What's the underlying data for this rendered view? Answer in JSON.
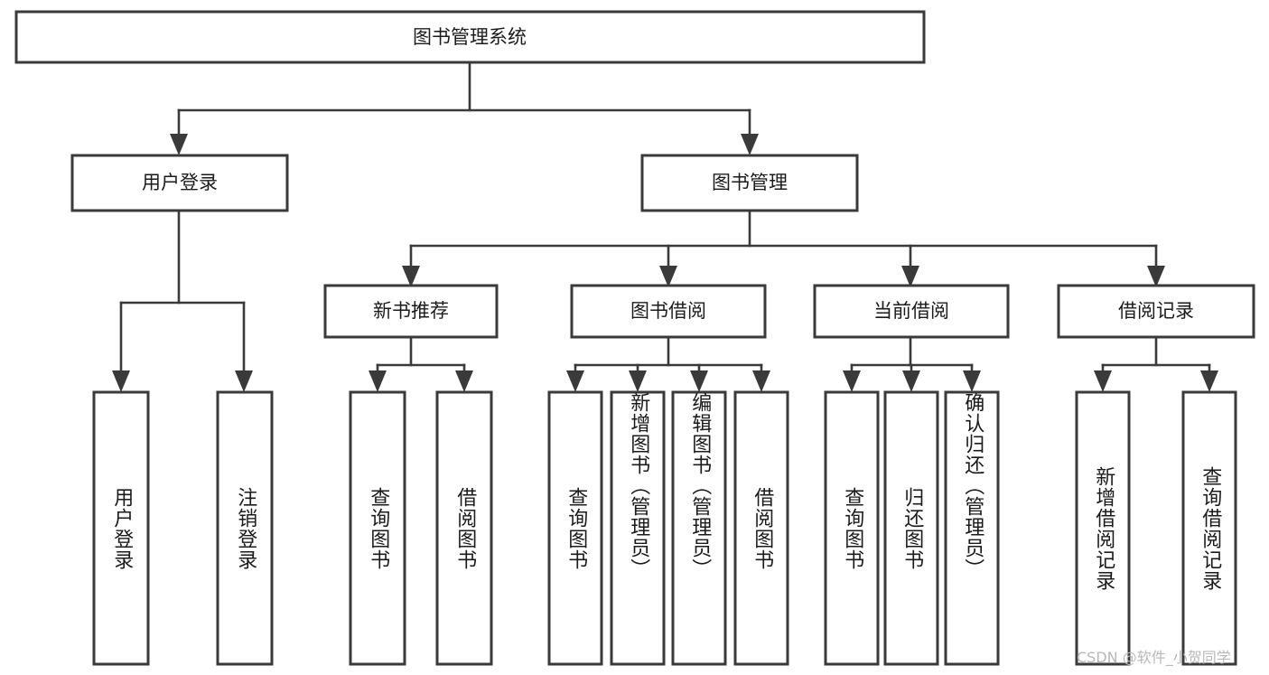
{
  "diagram": {
    "type": "tree-hierarchy",
    "title": "图书管理系统",
    "watermark": "CSDN @软件_小贺同学",
    "colors": {
      "stroke": "#3a3a3a",
      "fill": "#ffffff",
      "text": "#1b1b1b",
      "watermark": "#b8b8b8",
      "background": "#ffffff"
    },
    "root": {
      "label": "图书管理系统"
    },
    "level2": [
      {
        "id": "user-login",
        "label": "用户登录"
      },
      {
        "id": "book-management",
        "label": "图书管理"
      }
    ],
    "level3": [
      {
        "id": "new-book-recommend",
        "label": "新书推荐",
        "parent": "book-management"
      },
      {
        "id": "book-borrow",
        "label": "图书借阅",
        "parent": "book-management"
      },
      {
        "id": "current-borrow",
        "label": "当前借阅",
        "parent": "book-management"
      },
      {
        "id": "borrow-record",
        "label": "借阅记录",
        "parent": "book-management"
      }
    ],
    "leaves": {
      "user-login": [
        {
          "id": "leaf-user-login",
          "label": "用户登录"
        },
        {
          "id": "leaf-logout-login",
          "label": "注销登录"
        }
      ],
      "new-book-recommend": [
        {
          "id": "leaf-query-book-1",
          "label": "查询图书"
        },
        {
          "id": "leaf-borrow-book-1",
          "label": "借阅图书"
        }
      ],
      "book-borrow": [
        {
          "id": "leaf-query-book-2",
          "label": "查询图书"
        },
        {
          "id": "leaf-add-book",
          "label": "新增图书（管理员）"
        },
        {
          "id": "leaf-edit-book",
          "label": "编辑图书（管理员）"
        },
        {
          "id": "leaf-borrow-book-2",
          "label": "借阅图书"
        }
      ],
      "current-borrow": [
        {
          "id": "leaf-query-book-3",
          "label": "查询图书"
        },
        {
          "id": "leaf-return-book",
          "label": "归还图书"
        },
        {
          "id": "leaf-confirm-return",
          "label": "确认归还（管理员）"
        }
      ],
      "borrow-record": [
        {
          "id": "leaf-add-record",
          "label": "新增借阅记录"
        },
        {
          "id": "leaf-query-record",
          "label": "查询借阅记录"
        }
      ]
    }
  }
}
